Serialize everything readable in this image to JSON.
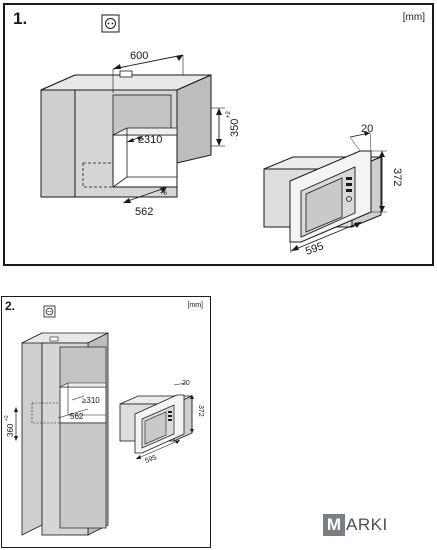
{
  "panel1": {
    "step": "1.",
    "unit": "[mm]",
    "dims": {
      "width": "600",
      "height": "350",
      "height_tol": "+2",
      "depth": "562",
      "depth_tol": "+6",
      "min_depth": "≥310"
    },
    "appliance": {
      "depth": "20",
      "height": "372",
      "width": "595"
    }
  },
  "panel2": {
    "step": "2.",
    "unit": "[mm]",
    "dims": {
      "height": "360",
      "height_tol": "+2",
      "depth": "562",
      "min_depth": "≥310"
    },
    "appliance": {
      "depth": "20",
      "height": "372",
      "width": "595"
    }
  },
  "logo": {
    "first_letter": "M",
    "rest": "ARKI"
  },
  "icons": [
    "socket-icon"
  ]
}
